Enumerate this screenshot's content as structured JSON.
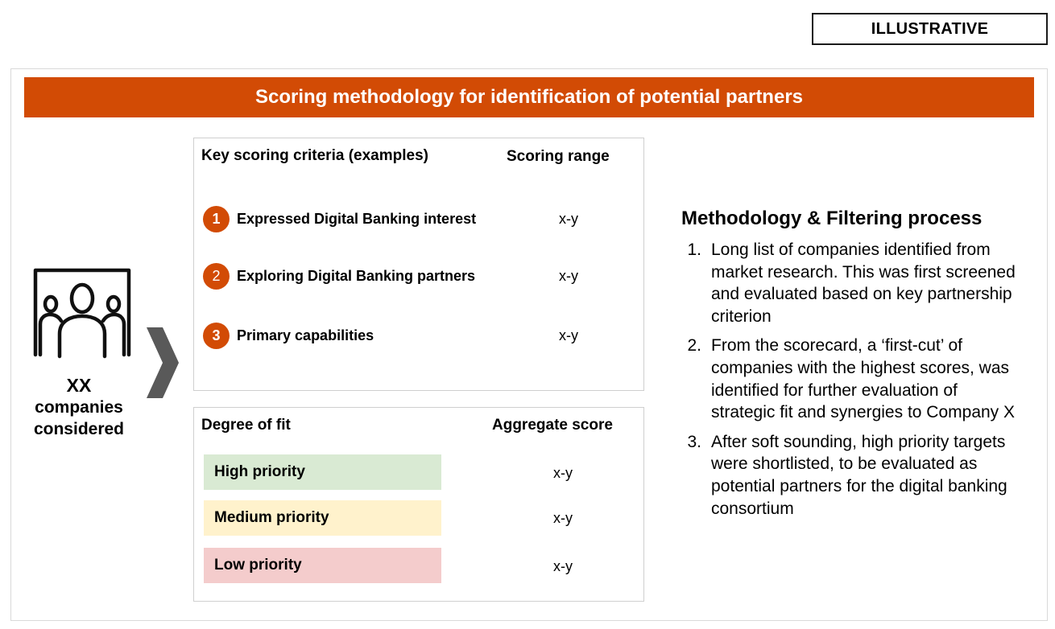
{
  "tag": "ILLUSTRATIVE",
  "banner": {
    "title": "Scoring methodology for identification of potential partners"
  },
  "colors": {
    "accent": "#d24b05",
    "chevron": "#595959",
    "high": "#d9ead3",
    "medium": "#fff2cc",
    "low": "#f4cccc"
  },
  "companies": {
    "count": "XX",
    "label": "companies considered",
    "icon": "people-group-icon"
  },
  "criteria": {
    "header": "Key scoring criteria (examples)",
    "range_header": "Scoring range",
    "items": [
      {
        "num": "1",
        "label": "Expressed Digital Banking interest",
        "range": "x-y"
      },
      {
        "num": "2",
        "label": "Exploring Digital Banking partners",
        "range": "x-y"
      },
      {
        "num": "3",
        "label": "Primary capabilities",
        "range": "x-y"
      }
    ]
  },
  "fit": {
    "header": "Degree of fit",
    "score_header": "Aggregate score",
    "items": [
      {
        "label": "High priority",
        "score": "x-y"
      },
      {
        "label": "Medium priority",
        "score": "x-y"
      },
      {
        "label": "Low priority",
        "score": "x-y"
      }
    ]
  },
  "methodology": {
    "title": "Methodology & Filtering process",
    "steps": [
      {
        "num": "1.",
        "text": "Long list of companies identified from market research. This was first screened and evaluated based on key partnership criterion"
      },
      {
        "num": "2.",
        "text": "From the scorecard, a ‘first-cut’ of companies with the highest scores, was identified for further evaluation of strategic fit and synergies to Company X"
      },
      {
        "num": "3.",
        "text": "After soft sounding, high priority targets were shortlisted, to be evaluated as potential partners for the digital banking consortium"
      }
    ]
  }
}
